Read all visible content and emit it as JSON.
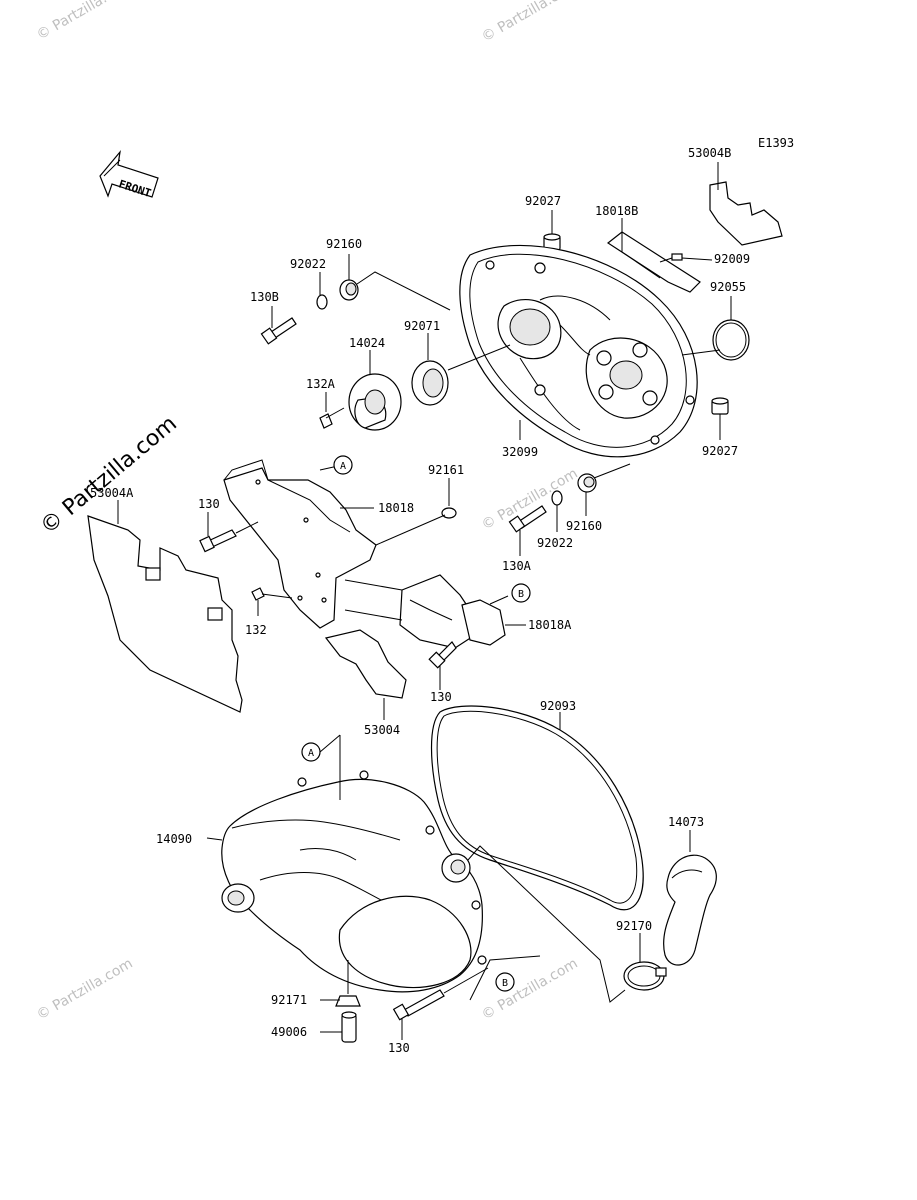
{
  "figure_code": "E1393",
  "front_arrow_label": "FRONT",
  "watermark": "© Partzilla.com",
  "callouts": {
    "A_top": "A",
    "A_bottom": "A",
    "B_top": "B",
    "B_bottom": "B"
  },
  "parts": {
    "p53004B": "53004B",
    "p92027_top": "92027",
    "p18018B": "18018B",
    "p92009": "92009",
    "p92160_top": "92160",
    "p92022_top": "92022",
    "p130B": "130B",
    "p92055": "92055",
    "p92071": "92071",
    "p14024": "14024",
    "p132A": "132A",
    "p32099": "32099",
    "p92027_right": "92027",
    "p92161": "92161",
    "p18018": "18018",
    "p130_left": "130",
    "p53004A": "53004A",
    "p92160_mid": "92160",
    "p92022_mid": "92022",
    "p130A": "130A",
    "p132": "132",
    "p18018A": "18018A",
    "p130_mid": "130",
    "p53004": "53004",
    "p92093": "92093",
    "p14090": "14090",
    "p14073": "14073",
    "p92170": "92170",
    "p92171": "92171",
    "p49006": "49006",
    "p130_bottom": "130"
  }
}
